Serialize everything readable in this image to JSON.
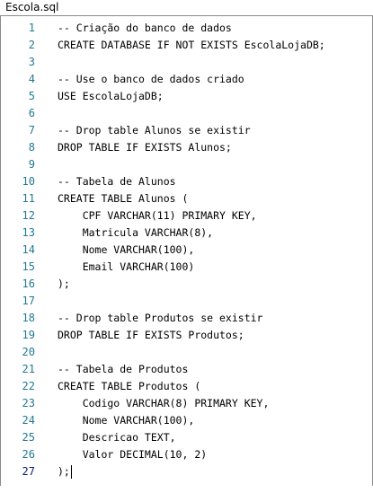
{
  "window": {
    "title": "Escola.sql"
  },
  "editor": {
    "current_line": 27,
    "lines": [
      {
        "number": "1",
        "text": "-- Criação do banco de dados"
      },
      {
        "number": "2",
        "text": "CREATE DATABASE IF NOT EXISTS EscolaLojaDB;"
      },
      {
        "number": "3",
        "text": ""
      },
      {
        "number": "4",
        "text": "-- Use o banco de dados criado"
      },
      {
        "number": "5",
        "text": "USE EscolaLojaDB;"
      },
      {
        "number": "6",
        "text": ""
      },
      {
        "number": "7",
        "text": "-- Drop table Alunos se existir"
      },
      {
        "number": "8",
        "text": "DROP TABLE IF EXISTS Alunos;"
      },
      {
        "number": "9",
        "text": ""
      },
      {
        "number": "10",
        "text": "-- Tabela de Alunos"
      },
      {
        "number": "11",
        "text": "CREATE TABLE Alunos ("
      },
      {
        "number": "12",
        "text": "    CPF VARCHAR(11) PRIMARY KEY,"
      },
      {
        "number": "13",
        "text": "    Matricula VARCHAR(8),"
      },
      {
        "number": "14",
        "text": "    Nome VARCHAR(100),"
      },
      {
        "number": "15",
        "text": "    Email VARCHAR(100)"
      },
      {
        "number": "16",
        "text": ");"
      },
      {
        "number": "17",
        "text": ""
      },
      {
        "number": "18",
        "text": "-- Drop table Produtos se existir"
      },
      {
        "number": "19",
        "text": "DROP TABLE IF EXISTS Produtos;"
      },
      {
        "number": "20",
        "text": ""
      },
      {
        "number": "21",
        "text": "-- Tabela de Produtos"
      },
      {
        "number": "22",
        "text": "CREATE TABLE Produtos ("
      },
      {
        "number": "23",
        "text": "    Codigo VARCHAR(8) PRIMARY KEY,"
      },
      {
        "number": "24",
        "text": "    Nome VARCHAR(100),"
      },
      {
        "number": "25",
        "text": "    Descricao TEXT,"
      },
      {
        "number": "26",
        "text": "    Valor DECIMAL(10, 2)"
      },
      {
        "number": "27",
        "text": ");"
      }
    ]
  },
  "colors": {
    "line_number": "#237893",
    "line_number_current": "#0b216f",
    "code_text": "#000000",
    "editor_border": "#8a8a8a"
  }
}
